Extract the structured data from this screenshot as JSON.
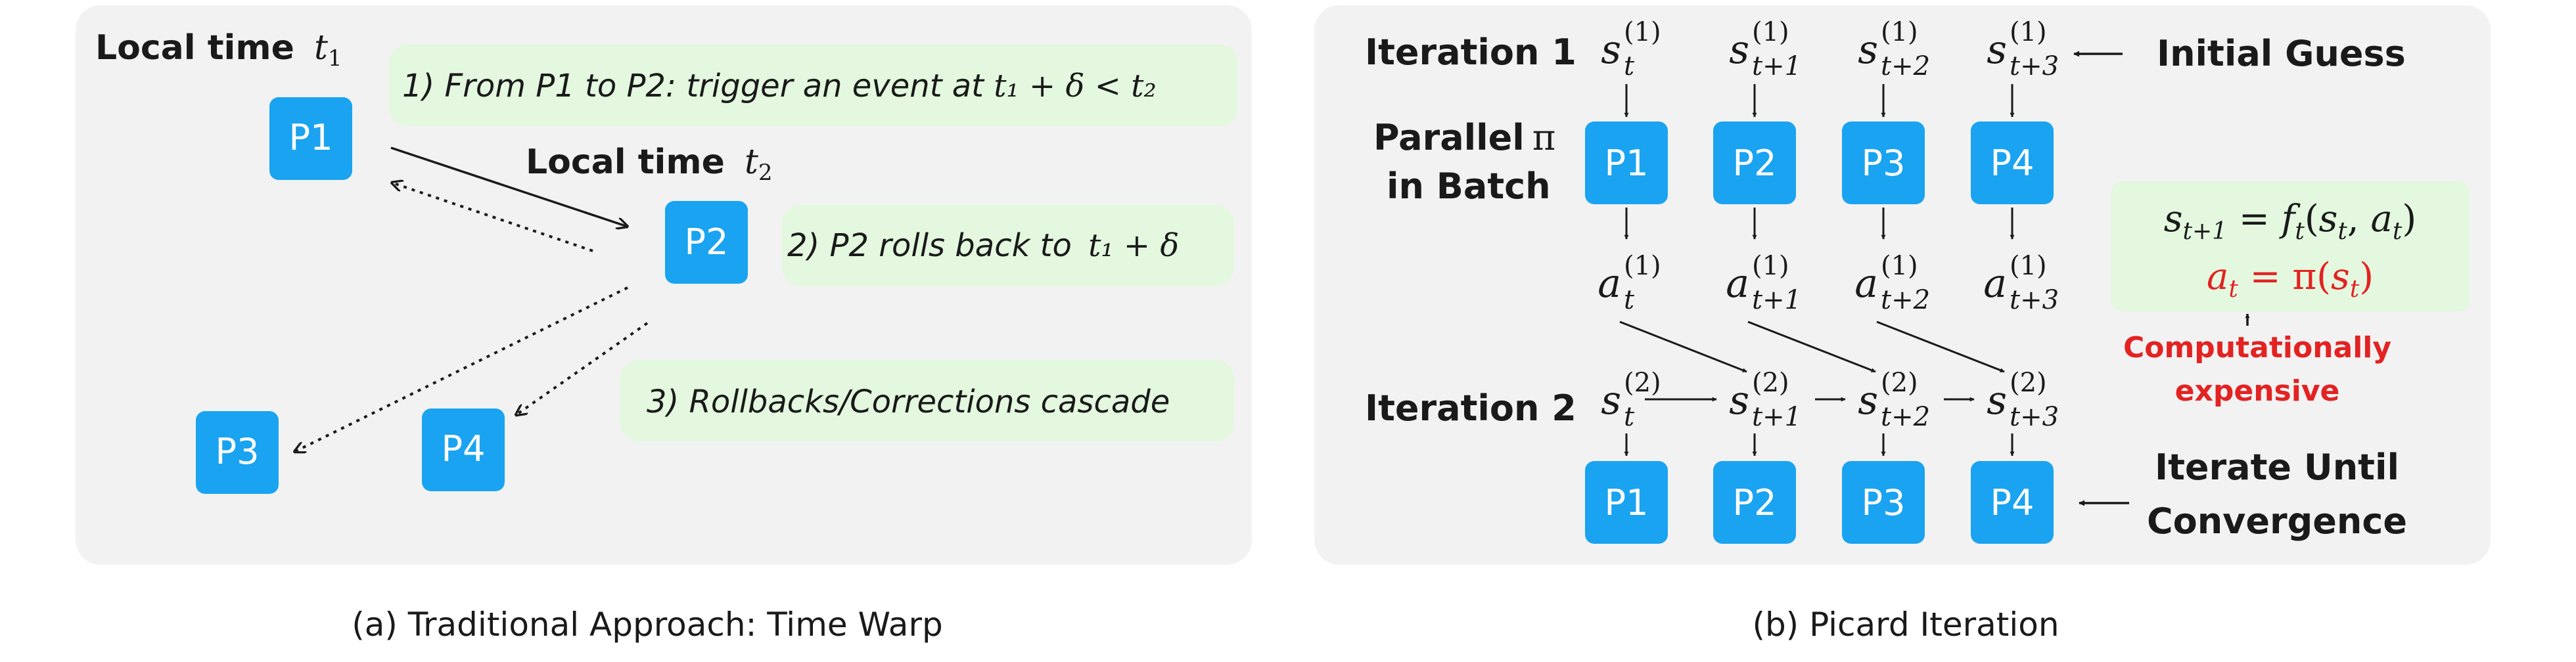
{
  "colors": {
    "panel_bg": "#f2f2f2",
    "process_box": "#1aa3f0",
    "note_bg": "#e3f8df",
    "text": "#1a1a1a",
    "highlight_red": "#e32222"
  },
  "left_panel": {
    "caption": "(a) Traditional Approach: Time Warp",
    "local_time_1": {
      "label": "Local time",
      "var": "t",
      "sub": "1"
    },
    "local_time_2": {
      "label": "Local time",
      "var": "t",
      "sub": "2"
    },
    "processes": [
      "P1",
      "P2",
      "P3",
      "P4"
    ],
    "notes": [
      {
        "prefix": "1) From P1 to P2: trigger an event at ",
        "math": "t₁ + δ < t₂"
      },
      {
        "prefix": "2) P2 rolls back to ",
        "math": "t₁ + δ"
      },
      {
        "prefix": "3) Rollbacks/Corrections cascade",
        "math": ""
      }
    ]
  },
  "right_panel": {
    "caption": "(b) Picard Iteration",
    "iteration_1_label": "Iteration 1",
    "iteration_2_label": "Iteration 2",
    "parallel_label_line1": "Parallel",
    "parallel_label_pi": "π",
    "parallel_label_line2": "in Batch",
    "initial_guess": "Initial Guess",
    "iterate_line1": "Iterate Until",
    "iterate_line2": "Convergence",
    "states_iter1": {
      "base": "s",
      "sup": "(1)",
      "subs": [
        "t",
        "t+1",
        "t+2",
        "t+3"
      ]
    },
    "actions_iter1": {
      "base": "a",
      "sup": "(1)",
      "subs": [
        "t",
        "t+1",
        "t+2",
        "t+3"
      ]
    },
    "states_iter2": {
      "base": "s",
      "sup": "(2)",
      "subs": [
        "t",
        "t+1",
        "t+2",
        "t+3"
      ]
    },
    "processes": [
      "P1",
      "P2",
      "P3",
      "P4"
    ],
    "equation_dynamics": "s_{t+1} = f_t(s_t, a_t)",
    "equation_policy": "a_t = π(s_t)",
    "cost_line1": "Computationally",
    "cost_line2": "expensive"
  }
}
